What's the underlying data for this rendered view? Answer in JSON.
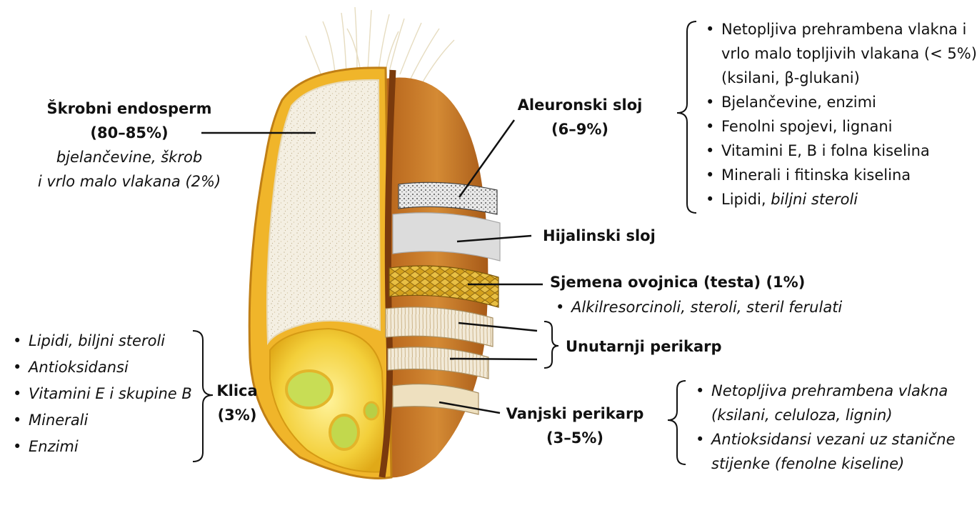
{
  "endosperm": {
    "title": "Škrobni endosperm",
    "percent": "(80–85%)",
    "desc_line1": "bjelančevine, škrob",
    "desc_line2": "i vrlo malo vlakana (2%)"
  },
  "aleurone": {
    "title": "Aleuronski sloj",
    "percent": "(6–9%)",
    "items": [
      "Netopljiva prehrambena vlakna i",
      "vrlo malo topljivih vlakana (< 5%)",
      "(ksilani, β-glukani)",
      "Bjelančevine, enzimi",
      "Fenolni spojevi, lignani",
      "Vitamini E, B i folna kiselina",
      "Minerali i fitinska kiselina"
    ],
    "last_item_plain": "Lipidi, ",
    "last_item_italic": "biljni steroli"
  },
  "hyaline": {
    "title": "Hijalinski sloj"
  },
  "testa": {
    "title": "Sjemena ovojnica (testa) (1%)",
    "items": [
      "Alkilresorcinoli, steroli, steril ferulati"
    ]
  },
  "inner_pericarp": {
    "title": "Unutarnji perikarp"
  },
  "outer_pericarp": {
    "title": "Vanjski perikarp",
    "percent": "(3–5%)",
    "items": [
      "Netopljiva prehrambena vlakna",
      "(ksilani, celuloza, lignin)",
      "Antioksidansi vezani uz stanične",
      "stijenke (fenolne kiseline)"
    ]
  },
  "germ": {
    "title": "Klica",
    "percent": "(3%)",
    "items": [
      "Lipidi, biljni steroli",
      "Antioksidansi",
      "Vitamini E i skupine B",
      "Minerali",
      "Enzimi"
    ]
  }
}
